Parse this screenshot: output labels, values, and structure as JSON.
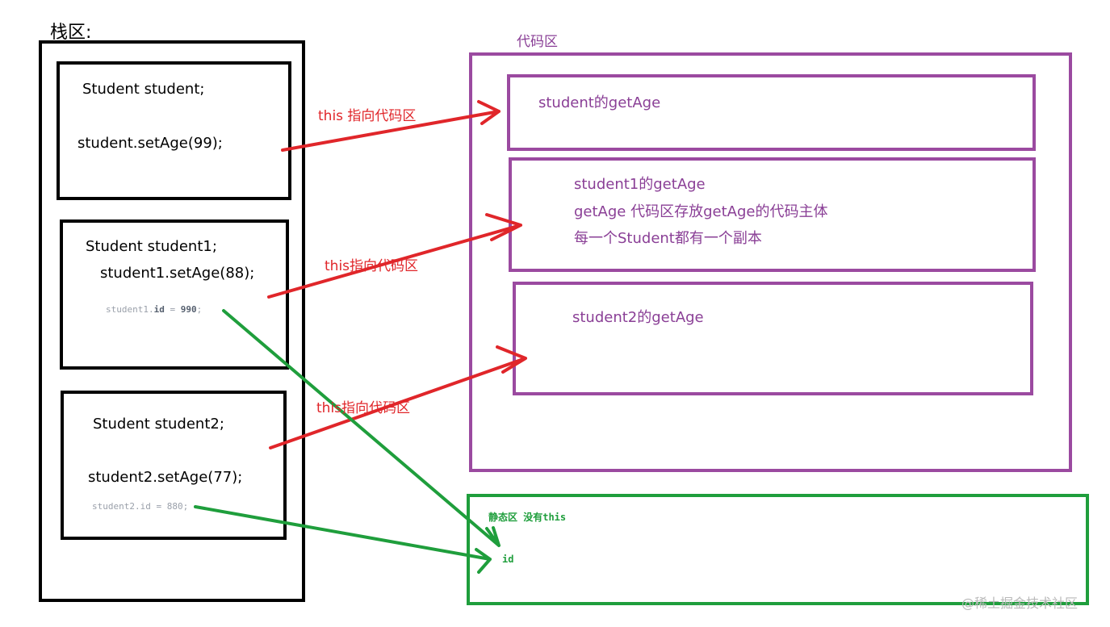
{
  "stack": {
    "title": "栈区:",
    "box1": {
      "decl": "Student student;",
      "call": "student.setAge(99);"
    },
    "box2": {
      "decl": "Student student1;",
      "call": "student1.setAge(88);",
      "id_var": "student1.",
      "id_field": "id",
      "id_eq": " = ",
      "id_val": "990",
      "id_end": ";"
    },
    "box3": {
      "decl": "Student student2;",
      "call": "student2.setAge(77);",
      "id_line": "student2.id = 880;"
    }
  },
  "code_area": {
    "title": "代码区",
    "box1": {
      "line1": "student的getAge"
    },
    "box2": {
      "line1": "student1的getAge",
      "line2": "getAge  代码区存放getAge的代码主体",
      "line3": "每一个Student都有一个副本"
    },
    "box3": {
      "line1": "student2的getAge"
    }
  },
  "arrows": {
    "label1": "this 指向代码区",
    "label2": "this指向代码区",
    "label3": "this指向代码区"
  },
  "static_area": {
    "title": "静态区 没有this",
    "field": "id"
  },
  "watermark": "@稀土掘金技术社区",
  "colors": {
    "stack": "#000000",
    "code": "#9b4aa0",
    "static": "#1f9e3c",
    "pointer": "#e0262a"
  }
}
